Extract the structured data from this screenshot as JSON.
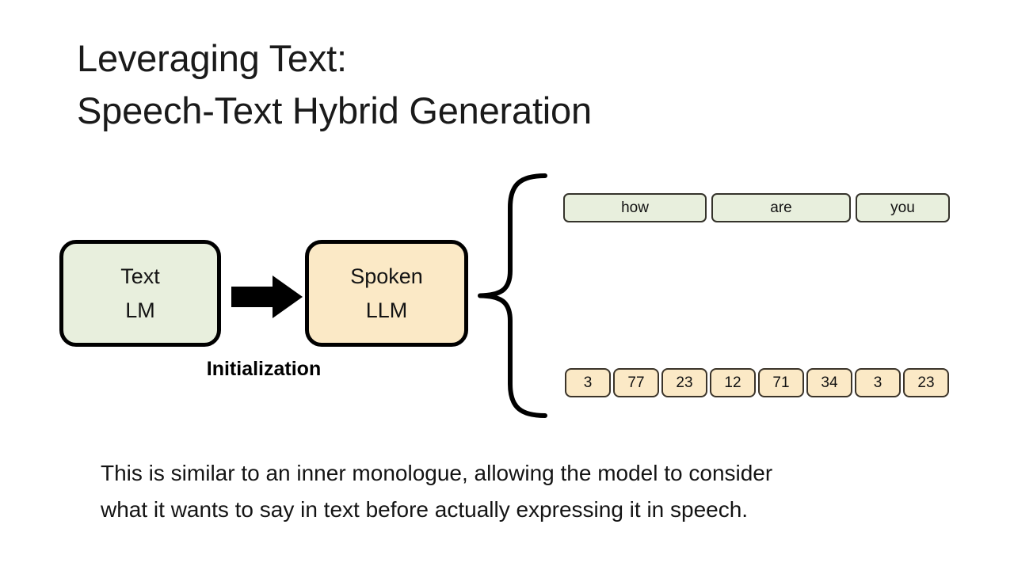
{
  "slide": {
    "title": "Leveraging Text:\nSpeech-Text Hybrid Generation",
    "caption": "This is similar to an inner monologue, allowing the model to consider\nwhat it wants to say in text before actually expressing it in speech.",
    "background_color": "#ffffff"
  },
  "diagram": {
    "source_box": {
      "line1": "Text",
      "line2": "LM",
      "fill_color": "#e8efdd",
      "border_color": "#000000"
    },
    "target_box": {
      "line1": "Spoken",
      "line2": "LLM",
      "fill_color": "#fbe9c6",
      "border_color": "#000000"
    },
    "arrow_label": "Initialization",
    "arrow_icon": "right-arrow-icon",
    "brace_icon": "left-curly-brace-icon"
  },
  "outputs": {
    "text_tokens": [
      {
        "label": "how",
        "width_class": "w-how"
      },
      {
        "label": "are",
        "width_class": "w-are"
      },
      {
        "label": "you",
        "width_class": "w-you"
      }
    ],
    "text_token_fill": "#e8efdd",
    "speech_tokens": [
      "3",
      "77",
      "23",
      "12",
      "71",
      "34",
      "3",
      "23"
    ],
    "speech_token_fill": "#fbe9c6"
  }
}
